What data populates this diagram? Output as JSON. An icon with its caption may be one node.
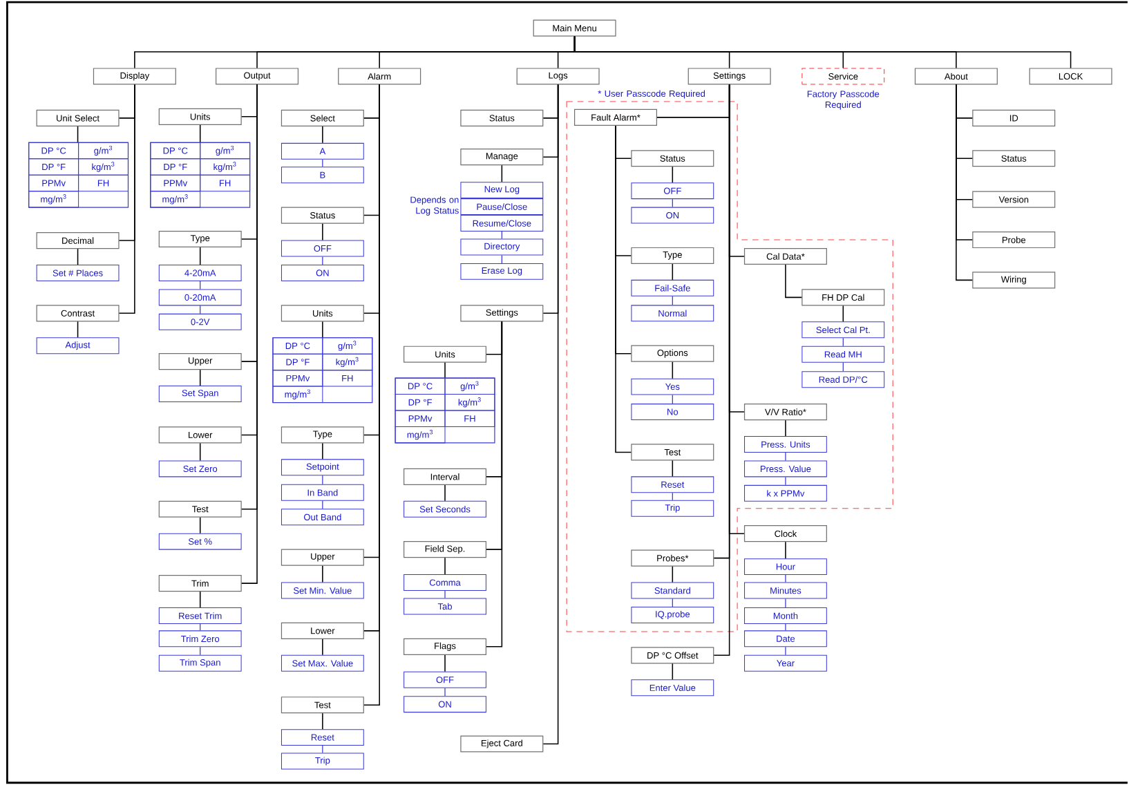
{
  "diagram": {
    "nodes": [
      {
        "text": [
          "Main Menu"
        ]
      },
      {
        "text": [
          "Display"
        ]
      },
      {
        "text": [
          "Output"
        ]
      },
      {
        "text": [
          "Alarm"
        ]
      },
      {
        "text": [
          "Logs"
        ]
      },
      {
        "text": [
          "Settings"
        ]
      },
      {
        "text": [
          "Service"
        ],
        "beside": [
          "Factory Passcode Required"
        ]
      },
      {
        "text": [
          "About"
        ]
      },
      {
        "text": [
          "LOCK"
        ]
      },
      {
        "text": [
          "Unit Select"
        ]
      },
      {
        "text": [],
        "shape": "box"
      },
      {
        "text": [
          "DP °C"
        ],
        "in": 10
      },
      {
        "text": [
          "g/m$^{3}$"
        ],
        "in": 10
      },
      {
        "text": [
          "DP °F"
        ],
        "in": 10
      },
      {
        "text": [
          "kg/m$^{3}$"
        ],
        "in": 10
      },
      {
        "text": [
          "PPMv"
        ],
        "in": 10
      },
      {
        "text": [
          "FH"
        ],
        "in": 10
      },
      {
        "text": [
          "mg/m$^{3}$"
        ],
        "in": 10
      },
      {
        "text": [
          "Decimal"
        ]
      },
      {
        "text": [
          "Set # Places"
        ]
      },
      {
        "text": [
          "Contrast"
        ]
      },
      {
        "text": [
          "Adjust"
        ]
      },
      {
        "text": [
          "Units"
        ]
      },
      {
        "text": [],
        "shape": "box"
      },
      {
        "text": [
          "DP °C"
        ],
        "in": 23
      },
      {
        "text": [
          "g/m$^{3}$"
        ],
        "in": 23
      },
      {
        "text": [
          "DP °F"
        ],
        "in": 23
      },
      {
        "text": [
          "kg/m$^{3}$"
        ],
        "in": 23
      },
      {
        "text": [
          "PPMv"
        ],
        "in": 23
      },
      {
        "text": [
          "FH"
        ],
        "in": 23
      },
      {
        "text": [
          "mg/m$^{3}$"
        ],
        "in": 23
      },
      {
        "text": [
          "Type"
        ]
      },
      {
        "text": [
          "4-20mA"
        ]
      },
      {
        "text": [
          "0-20mA"
        ]
      },
      {
        "text": [
          "0-2V"
        ]
      },
      {
        "text": [
          "Upper"
        ]
      },
      {
        "text": [
          "Set Span"
        ]
      },
      {
        "text": [
          "Lower"
        ]
      },
      {
        "text": [
          "Set Zero"
        ]
      },
      {
        "text": [
          "Test"
        ]
      },
      {
        "text": [
          "Set %"
        ]
      },
      {
        "text": [
          "Trim"
        ]
      },
      {
        "text": [
          "Reset Trim"
        ]
      },
      {
        "text": [
          "Trim Zero"
        ]
      },
      {
        "text": [
          "Trim Span"
        ]
      },
      {
        "text": [
          "Select"
        ]
      },
      {
        "text": [
          "A"
        ]
      },
      {
        "text": [
          "B"
        ]
      },
      {
        "text": [
          "Status"
        ]
      },
      {
        "text": [
          "OFF"
        ]
      },
      {
        "text": [
          "ON"
        ]
      },
      {
        "text": [
          "Units"
        ]
      },
      {
        "text": [],
        "shape": "box"
      },
      {
        "text": [
          "DP °C"
        ],
        "in": 52
      },
      {
        "text": [
          "g/m$^{3}$"
        ],
        "in": 52
      },
      {
        "text": [
          "DP °F"
        ],
        "in": 52
      },
      {
        "text": [
          "kg/m$^{3}$"
        ],
        "in": 52
      },
      {
        "text": [
          "PPMv"
        ],
        "in": 52
      },
      {
        "text": [
          "FH"
        ],
        "in": 52
      },
      {
        "text": [
          "mg/m$^{3}$"
        ],
        "in": 52
      },
      {
        "text": [
          "Type"
        ]
      },
      {
        "text": [
          "Setpoint"
        ]
      },
      {
        "text": [
          "In Band"
        ]
      },
      {
        "text": [
          "Out Band"
        ]
      },
      {
        "text": [
          "Upper"
        ]
      },
      {
        "text": [
          "Set Min. Value"
        ]
      },
      {
        "text": [
          "Lower"
        ]
      },
      {
        "text": [
          "Set Max. Value"
        ]
      },
      {
        "text": [
          "Test"
        ]
      },
      {
        "text": [
          "Reset"
        ]
      },
      {
        "text": [
          "Trip"
        ]
      },
      {
        "text": [
          "Status"
        ]
      },
      {
        "text": [
          "Manage"
        ]
      },
      {
        "text": [
          "New Log"
        ]
      },
      {
        "text": [
          "Pause/Close"
        ]
      },
      {
        "text": [
          "Resume/Close"
        ]
      },
      {
        "text": [
          "Directory"
        ]
      },
      {
        "text": [
          "Erase Log"
        ]
      },
      {
        "text": [
          "Settings"
        ]
      },
      {
        "text": [
          "Units"
        ]
      },
      {
        "text": [],
        "shape": "box"
      },
      {
        "text": [
          "DP °C"
        ],
        "in": 80
      },
      {
        "text": [
          "g/m$^{3}$"
        ],
        "in": 80
      },
      {
        "text": [
          "DP °F"
        ],
        "in": 80
      },
      {
        "text": [
          "kg/m$^{3}$"
        ],
        "in": 80
      },
      {
        "text": [
          "PPMv"
        ],
        "in": 80
      },
      {
        "text": [
          "FH"
        ],
        "in": 80
      },
      {
        "text": [
          "mg/m$^{3}$"
        ],
        "in": 80
      },
      {
        "text": [
          "Interval"
        ]
      },
      {
        "text": [
          "Set Seconds"
        ]
      },
      {
        "text": [
          "Field Sep."
        ]
      },
      {
        "text": [
          "Comma"
        ]
      },
      {
        "text": [
          "Tab"
        ]
      },
      {
        "text": [
          "Flags"
        ]
      },
      {
        "text": [
          "OFF"
        ]
      },
      {
        "text": [
          "ON"
        ]
      },
      {
        "text": [
          "Eject Card"
        ]
      },
      {
        "text": [
          "Fault Alarm*"
        ]
      },
      {
        "text": [
          "Status"
        ]
      },
      {
        "text": [
          "OFF"
        ]
      },
      {
        "text": [
          "ON"
        ]
      },
      {
        "text": [
          "Type"
        ]
      },
      {
        "text": [
          "Fail-Safe"
        ]
      },
      {
        "text": [
          "Normal"
        ]
      },
      {
        "text": [
          "Options"
        ]
      },
      {
        "text": [
          "Yes"
        ]
      },
      {
        "text": [
          "No"
        ]
      },
      {
        "text": [
          "Test"
        ]
      },
      {
        "text": [
          "Reset"
        ]
      },
      {
        "text": [
          "Trip"
        ]
      },
      {
        "text": [
          "Cal Data*"
        ]
      },
      {
        "text": [
          "FH DP Cal"
        ]
      },
      {
        "text": [
          "Select Cal Pt."
        ]
      },
      {
        "text": [
          "Read MH"
        ]
      },
      {
        "text": [
          "Read DP/°C"
        ]
      },
      {
        "text": [
          "V/V Ratio*"
        ]
      },
      {
        "text": [
          "Press. Units"
        ]
      },
      {
        "text": [
          "Press. Value"
        ]
      },
      {
        "text": [
          "k x PPMv"
        ]
      },
      {
        "text": [
          "Clock"
        ]
      },
      {
        "text": [
          "Hour"
        ]
      },
      {
        "text": [
          "Minutes"
        ]
      },
      {
        "text": [
          "Month"
        ]
      },
      {
        "text": [
          "Date"
        ]
      },
      {
        "text": [
          "Year"
        ]
      },
      {
        "text": [
          "Probes*"
        ]
      },
      {
        "text": [
          "Standard"
        ]
      },
      {
        "text": [
          "IQ.probe"
        ]
      },
      {
        "text": [
          "DP °C Offset"
        ]
      },
      {
        "text": [
          "Enter Value"
        ]
      },
      {
        "text": [
          "ID"
        ]
      },
      {
        "text": [
          "Status"
        ]
      },
      {
        "text": [
          "Version"
        ]
      },
      {
        "text": [
          "Probe"
        ]
      },
      {
        "text": [
          "Wiring"
        ]
      }
    ],
    "edges": [
      {
        "from": 0,
        "to": 1,
        "arrow": "none"
      },
      {
        "from": 0,
        "to": 2,
        "arrow": "none"
      },
      {
        "from": 0,
        "to": 3,
        "arrow": "none"
      },
      {
        "from": 0,
        "to": 4,
        "arrow": "none"
      },
      {
        "from": 0,
        "to": 5,
        "arrow": "none"
      },
      {
        "from": 0,
        "to": 6,
        "arrow": "none"
      },
      {
        "from": 0,
        "to": 7,
        "arrow": "none"
      },
      {
        "from": 0,
        "to": 8,
        "arrow": "none"
      },
      {
        "from": 1,
        "to": 9,
        "arrow": "none"
      },
      {
        "from": 9,
        "to": 10,
        "arrow": "none"
      },
      {
        "from": 1,
        "to": 18,
        "arrow": "none"
      },
      {
        "from": 18,
        "to": 19,
        "arrow": "none"
      },
      {
        "from": 1,
        "to": 20,
        "arrow": "none"
      },
      {
        "from": 20,
        "to": 21,
        "arrow": "none"
      },
      {
        "from": 2,
        "to": 22,
        "arrow": "none"
      },
      {
        "from": 22,
        "to": 23,
        "arrow": "none"
      },
      {
        "from": 2,
        "to": 31,
        "arrow": "none"
      },
      {
        "from": 31,
        "to": 32,
        "arrow": "none"
      },
      {
        "from": 32,
        "to": 33,
        "arrow": "none",
        "color": "#3333cc"
      },
      {
        "from": 33,
        "to": 34,
        "arrow": "none",
        "color": "#3333cc"
      },
      {
        "from": 2,
        "to": 35,
        "arrow": "none"
      },
      {
        "from": 35,
        "to": 36,
        "arrow": "none"
      },
      {
        "from": 2,
        "to": 37,
        "arrow": "none"
      },
      {
        "from": 37,
        "to": 38,
        "arrow": "none"
      },
      {
        "from": 2,
        "to": 39,
        "arrow": "none"
      },
      {
        "from": 39,
        "to": 40,
        "arrow": "none"
      },
      {
        "from": 2,
        "to": 41,
        "arrow": "none"
      },
      {
        "from": 41,
        "to": 42,
        "arrow": "none"
      },
      {
        "from": 42,
        "to": 43,
        "arrow": "none",
        "color": "#3333cc"
      },
      {
        "from": 43,
        "to": 44,
        "arrow": "none",
        "color": "#3333cc"
      },
      {
        "from": 3,
        "to": 45,
        "arrow": "none"
      },
      {
        "from": 45,
        "to": 46,
        "arrow": "none"
      },
      {
        "from": 46,
        "to": 47,
        "arrow": "none",
        "color": "#3333cc"
      },
      {
        "from": 3,
        "to": 48,
        "arrow": "none"
      },
      {
        "from": 48,
        "to": 49,
        "arrow": "none"
      },
      {
        "from": 49,
        "to": 50,
        "arrow": "none",
        "color": "#3333cc"
      },
      {
        "from": 3,
        "to": 51,
        "arrow": "none"
      },
      {
        "from": 51,
        "to": 52,
        "arrow": "none"
      },
      {
        "from": 3,
        "to": 60,
        "arrow": "none"
      },
      {
        "from": 60,
        "to": 61,
        "arrow": "none"
      },
      {
        "from": 61,
        "to": 62,
        "arrow": "none",
        "color": "#3333cc"
      },
      {
        "from": 62,
        "to": 63,
        "arrow": "none",
        "color": "#3333cc"
      },
      {
        "from": 3,
        "to": 64,
        "arrow": "none"
      },
      {
        "from": 64,
        "to": 65,
        "arrow": "none"
      },
      {
        "from": 3,
        "to": 66,
        "arrow": "none"
      },
      {
        "from": 66,
        "to": 67,
        "arrow": "none"
      },
      {
        "from": 3,
        "to": 68,
        "arrow": "none"
      },
      {
        "from": 68,
        "to": 69,
        "arrow": "none"
      },
      {
        "from": 69,
        "to": 70,
        "arrow": "none",
        "color": "#3333cc"
      },
      {
        "from": 4,
        "to": 71,
        "arrow": "none"
      },
      {
        "from": 4,
        "to": 72,
        "arrow": "none"
      },
      {
        "from": 72,
        "to": 73,
        "arrow": "none"
      },
      {
        "from": 75,
        "to": 76,
        "arrow": "none",
        "color": "#3333cc"
      },
      {
        "from": 76,
        "to": 77,
        "arrow": "none",
        "color": "#3333cc"
      },
      {
        "from": 4,
        "to": 78,
        "arrow": "none"
      },
      {
        "from": 78,
        "to": 79,
        "arrow": "none"
      },
      {
        "from": 79,
        "to": 80,
        "arrow": "none"
      },
      {
        "from": 78,
        "to": 88,
        "arrow": "none"
      },
      {
        "from": 88,
        "to": 89,
        "arrow": "none"
      },
      {
        "from": 78,
        "to": 90,
        "arrow": "none"
      },
      {
        "from": 90,
        "to": 91,
        "arrow": "none"
      },
      {
        "from": 91,
        "to": 92,
        "arrow": "none",
        "color": "#3333cc"
      },
      {
        "from": 78,
        "to": 93,
        "arrow": "none"
      },
      {
        "from": 93,
        "to": 94,
        "arrow": "none"
      },
      {
        "from": 94,
        "to": 95,
        "arrow": "none",
        "color": "#3333cc"
      },
      {
        "from": 4,
        "to": 96,
        "arrow": "none"
      },
      {
        "from": 5,
        "to": 97,
        "arrow": "none"
      },
      {
        "from": 97,
        "to": 98,
        "arrow": "none"
      },
      {
        "from": 98,
        "to": 99,
        "arrow": "none"
      },
      {
        "from": 99,
        "to": 100,
        "arrow": "none",
        "color": "#3333cc"
      },
      {
        "from": 97,
        "to": 101,
        "arrow": "none"
      },
      {
        "from": 101,
        "to": 102,
        "arrow": "none"
      },
      {
        "from": 102,
        "to": 103,
        "arrow": "none",
        "color": "#3333cc"
      },
      {
        "from": 97,
        "to": 104,
        "arrow": "none"
      },
      {
        "from": 104,
        "to": 105,
        "arrow": "none"
      },
      {
        "from": 105,
        "to": 106,
        "arrow": "none",
        "color": "#3333cc"
      },
      {
        "from": 97,
        "to": 107,
        "arrow": "none"
      },
      {
        "from": 107,
        "to": 108,
        "arrow": "none"
      },
      {
        "from": 108,
        "to": 109,
        "arrow": "none",
        "color": "#3333cc"
      },
      {
        "from": 5,
        "to": 110,
        "arrow": "none"
      },
      {
        "from": 110,
        "to": 111,
        "arrow": "none"
      },
      {
        "from": 111,
        "to": 112,
        "arrow": "none"
      },
      {
        "from": 112,
        "to": 113,
        "arrow": "none",
        "color": "#3333cc"
      },
      {
        "from": 113,
        "to": 114,
        "arrow": "none",
        "color": "#3333cc"
      },
      {
        "from": 5,
        "to": 115,
        "arrow": "none"
      },
      {
        "from": 115,
        "to": 116,
        "arrow": "none"
      },
      {
        "from": 116,
        "to": 117,
        "arrow": "none",
        "color": "#3333cc"
      },
      {
        "from": 117,
        "to": 118,
        "arrow": "none",
        "color": "#3333cc"
      },
      {
        "from": 5,
        "to": 119,
        "arrow": "none"
      },
      {
        "from": 119,
        "to": 120,
        "arrow": "none"
      },
      {
        "from": 120,
        "to": 121,
        "arrow": "none",
        "color": "#3333cc"
      },
      {
        "from": 121,
        "to": 122,
        "arrow": "none",
        "color": "#3333cc"
      },
      {
        "from": 122,
        "to": 123,
        "arrow": "none",
        "color": "#3333cc"
      },
      {
        "from": 123,
        "to": 124,
        "arrow": "none",
        "color": "#3333cc"
      },
      {
        "from": 5,
        "to": 125,
        "arrow": "none"
      },
      {
        "from": 125,
        "to": 126,
        "arrow": "none"
      },
      {
        "from": 126,
        "to": 127,
        "arrow": "none",
        "color": "#3333cc"
      },
      {
        "from": 5,
        "to": 128,
        "arrow": "none"
      },
      {
        "from": 128,
        "to": 129,
        "arrow": "none"
      },
      {
        "from": 7,
        "to": 130,
        "arrow": "none"
      },
      {
        "from": 7,
        "to": 131,
        "arrow": "none"
      },
      {
        "from": 7,
        "to": 132,
        "arrow": "none"
      },
      {
        "from": 7,
        "to": 133,
        "arrow": "none"
      },
      {
        "from": 7,
        "to": 134,
        "arrow": "none"
      }
    ],
    "labels": [
      "* User Passcode Required",
      "Depends on Log Status"
    ]
  }
}
